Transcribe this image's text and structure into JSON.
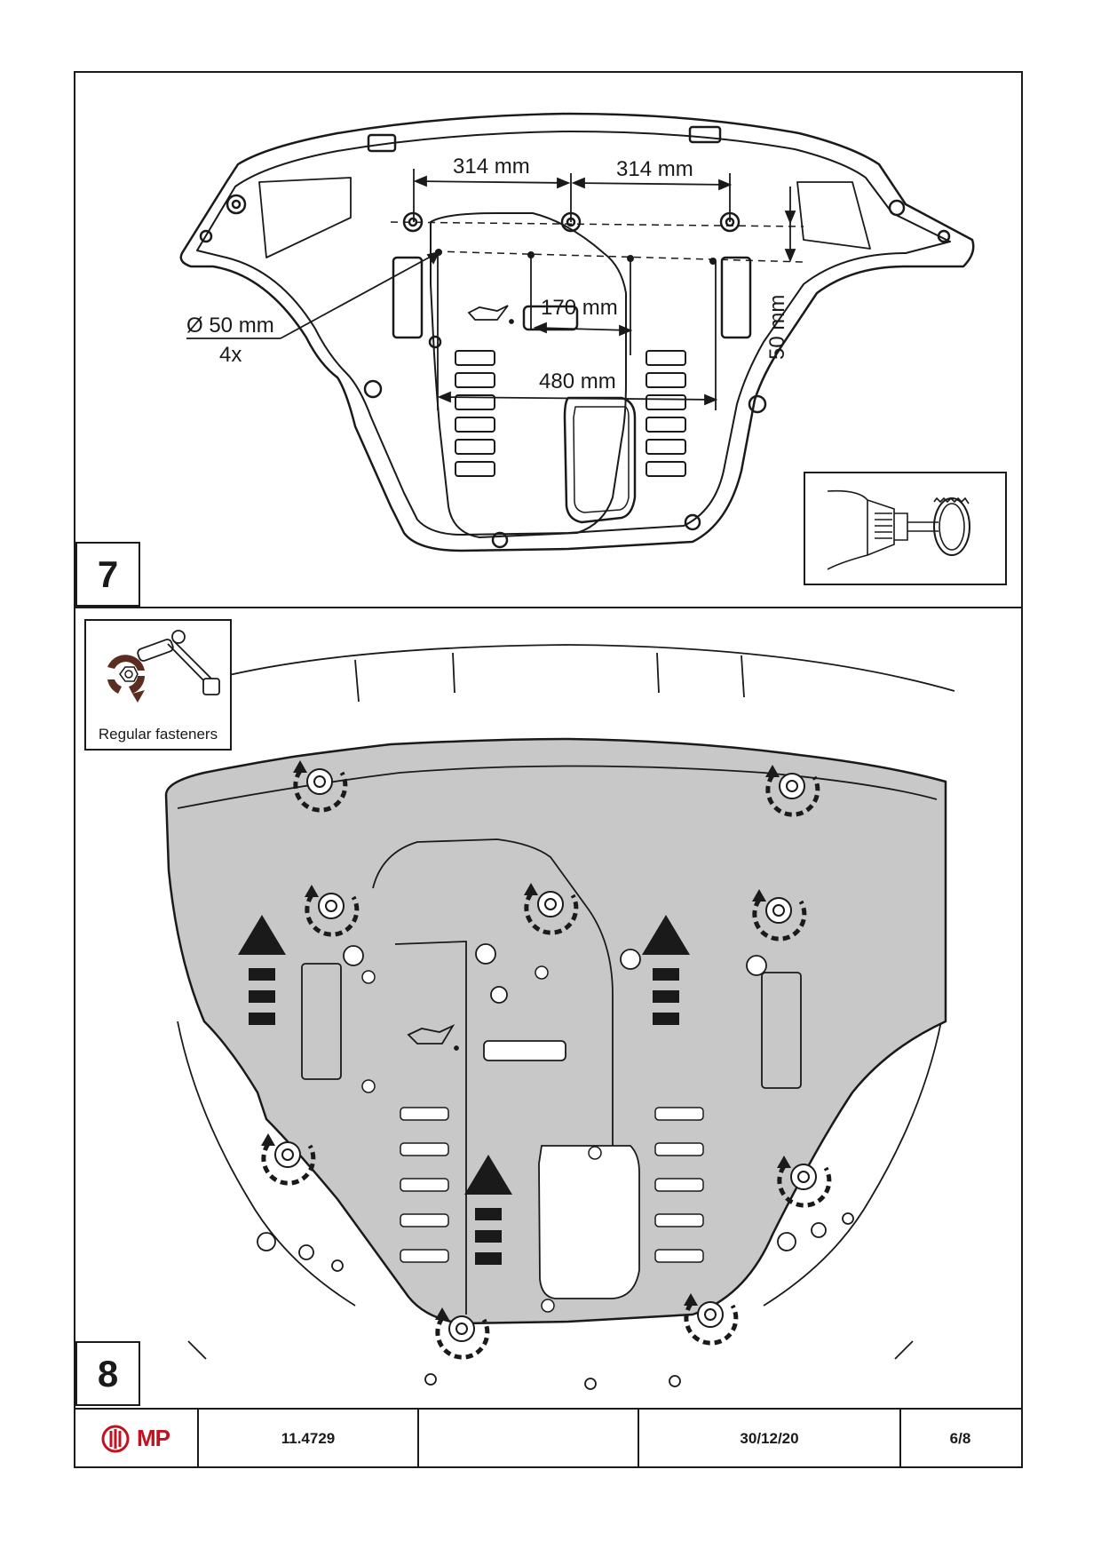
{
  "step7": {
    "number": "7",
    "dims": {
      "left_314": "314 mm",
      "right_314": "314 mm",
      "d170": "170 mm",
      "d480": "480 mm",
      "d50v": "50 mm",
      "hole_diameter": "Ø 50 mm",
      "hole_count": "4x"
    }
  },
  "step8": {
    "number": "8",
    "tool_caption": "Regular fasteners"
  },
  "colors": {
    "accent_red": "#c1121f",
    "fastener_arrow": "#5a2d20",
    "plate_fill": "#c8c8c8"
  },
  "footer": {
    "logo_text": "MP",
    "part_number": "11.4729",
    "blank": "",
    "date": "30/12/20",
    "page": "6/8"
  }
}
